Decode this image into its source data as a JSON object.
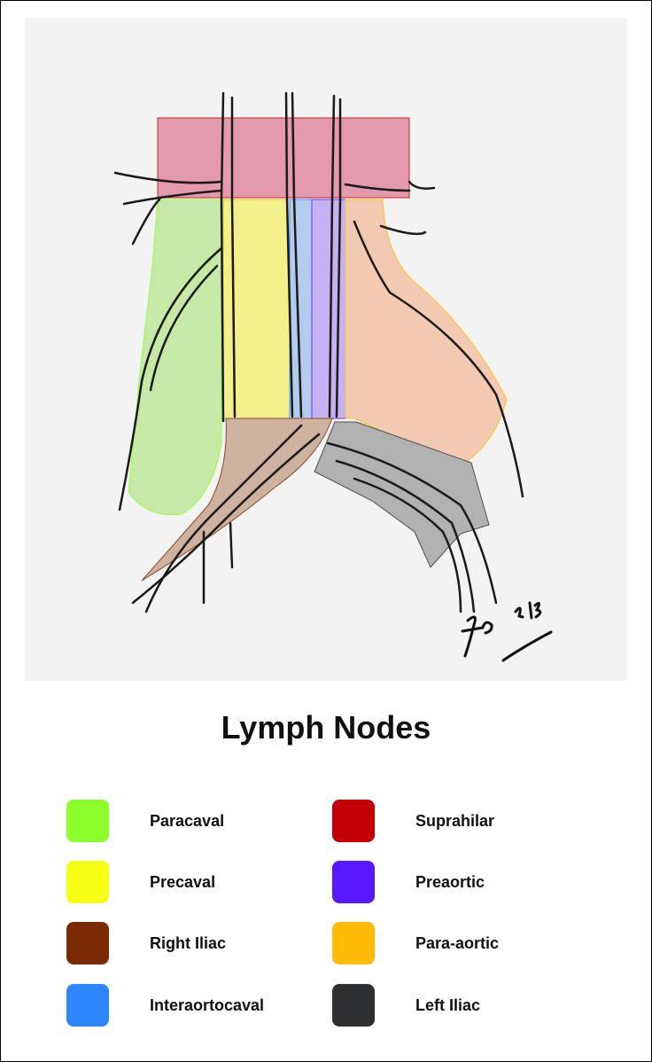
{
  "title": "Lymph Nodes",
  "signature": "Fabio 2018",
  "legend": [
    {
      "label": "Paracaval",
      "color": "#8cff2a"
    },
    {
      "label": "Precaval",
      "color": "#f5ff12"
    },
    {
      "label": "Right Iliac",
      "color": "#7b2a06"
    },
    {
      "label": "Interaortocaval",
      "color": "#2e86ff"
    },
    {
      "label": "Suprahilar",
      "color": "#c40006"
    },
    {
      "label": "Preaortic",
      "color": "#5618ff"
    },
    {
      "label": "Para-aortic",
      "color": "#ffbb05"
    },
    {
      "label": "Left Iliac",
      "color": "#2e2f30"
    }
  ],
  "regions_fill": {
    "suprahilar": "#e38aa2",
    "paracaval": "#bfe89a",
    "precaval": "#f3f07a",
    "interaortocaval": "#a9c6ee",
    "preaortic": "#bca8f2",
    "para_aortic": "#f2c2a6",
    "right_iliac": "#c8a690",
    "left_iliac": "#a6a6a6"
  }
}
